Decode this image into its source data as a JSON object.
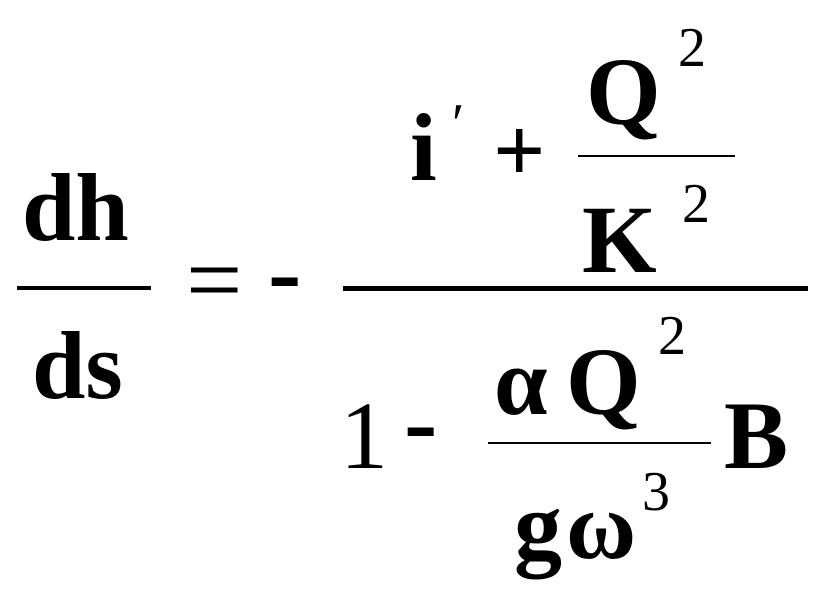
{
  "equation": {
    "lhs": {
      "numerator": "dh",
      "denominator": "ds"
    },
    "equals": "=",
    "sign": "-",
    "numerator": {
      "term": "i",
      "prime": "′",
      "plus": "+",
      "fraction": {
        "numerator_base": "Q",
        "numerator_exp": "2",
        "denominator_base": "K",
        "denominator_exp": "2"
      }
    },
    "denominator": {
      "one": "1",
      "minus": "-",
      "fraction": {
        "numerator_alpha": "α",
        "numerator_base": "Q",
        "numerator_exp": "2",
        "denominator_g": "g",
        "denominator_omega": "ω",
        "denominator_exp": "3"
      },
      "factor": "B"
    }
  }
}
